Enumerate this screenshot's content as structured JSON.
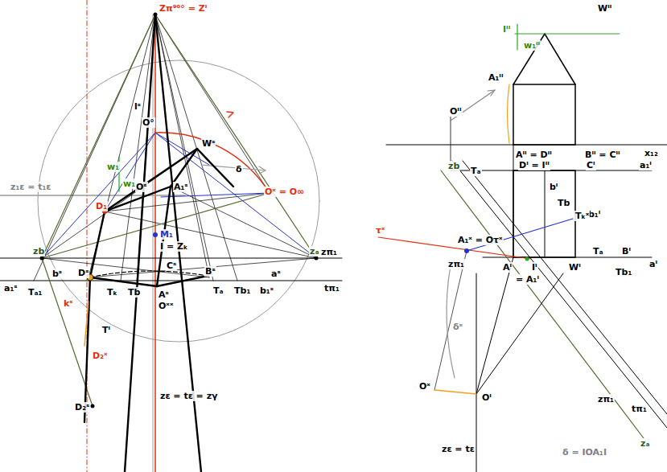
{
  "diagram": {
    "labels": [
      "Zπ⁹⁰° = Zᴵ",
      "lˢ",
      "O°",
      "δ",
      "Oˣ = O∞",
      "z₁ε = t₁ε",
      "w₁",
      "w₁",
      "Wˢ",
      "Oˢ",
      "A₁ˢ",
      "D₁",
      "M₁",
      "I = Zₖ",
      "Cˢ",
      "zb",
      "zₐ",
      "zπ₁",
      "tπ₁",
      "bˢ",
      "aˢ",
      "a₁ˢ",
      "Tₐ₁",
      "Dˢ",
      "Tₖ",
      "Tb",
      "Tₐ",
      "Bˢ",
      "Tb₁",
      "b₁ˢ",
      "Aˢ",
      "Oˣˣ",
      "kˢ",
      "Tᴵ",
      "D₂ˣ",
      "D₂ˢ",
      "zε = tε = zγ",
      "Iᴵᴵ",
      "Wᴵᴵ",
      "w₁ᴵᴵ",
      "A₁ᴵᴵ",
      "Oᴵᴵ",
      "Aᴵᴵ = Dᴵᴵ",
      "Bᴵᴵ = Cᴵᴵ",
      "x₁₂",
      "zb",
      "Tₐ",
      "Dᴵ = Iᴵᴵ",
      "Cᴵ",
      "a₁ᴵ",
      "bᴵ",
      "Tb",
      "b₁ᴵ",
      "τˣ",
      "A₁ˣ = Oτˣ",
      "Tₖˣ",
      "zπ₁",
      "Iᴵ",
      "Tₐ",
      "Bᴵ",
      "aᴵ",
      "Aᴵ",
      "Wᴵ",
      "Tb₁",
      "= A₁ᴵ",
      "δˣ",
      "Oˣ",
      "Oᴵ",
      "zπ₁",
      "tπ₁",
      "zₐ",
      "zε = tε",
      "δ = IOA₁I"
    ]
  }
}
